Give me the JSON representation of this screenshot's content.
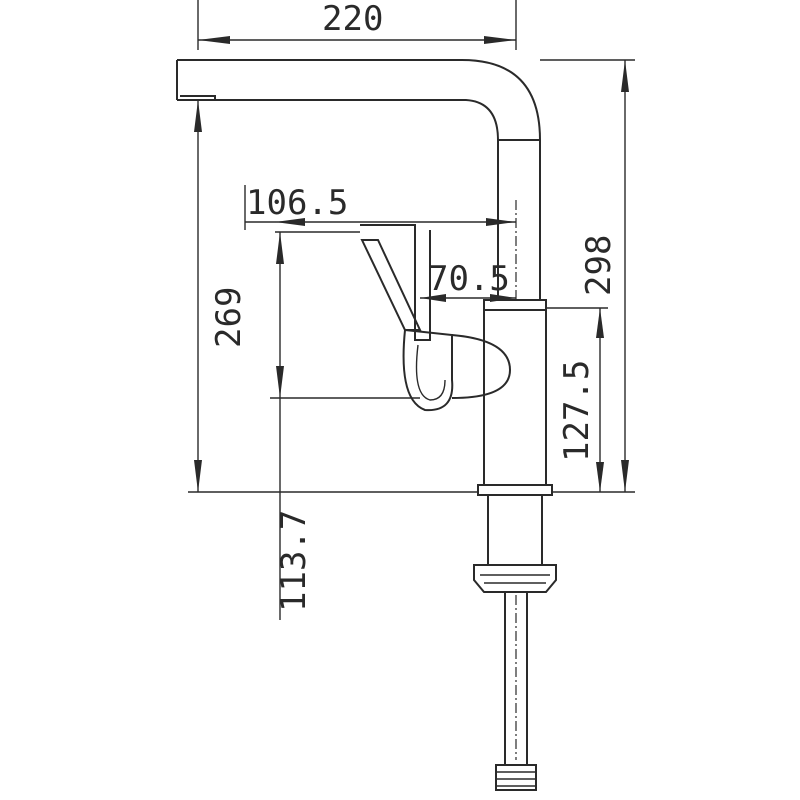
{
  "diagram": {
    "dimensions": {
      "width_total": "220",
      "handle_offset": "106.5",
      "handle_inset": "70.5",
      "spout_height": "269",
      "overall_height": "298",
      "body_height": "127.5",
      "shank_length": "113.7"
    }
  }
}
